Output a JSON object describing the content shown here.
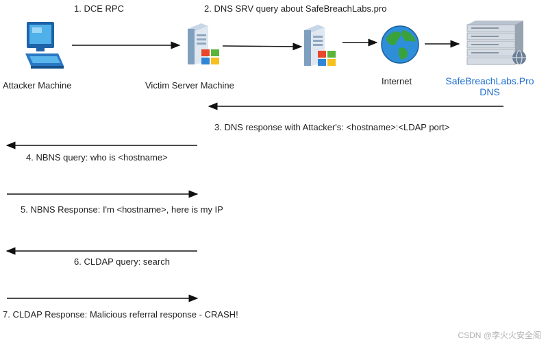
{
  "nodes": {
    "attacker": "Attacker Machine",
    "victim": "Victim Server Machine",
    "internet": "Internet",
    "dns_name": "SafeBreachLabs.Pro",
    "dns_sub": "DNS"
  },
  "steps": [
    "1. DCE RPC",
    "2. DNS SRV query about SafeBreachLabs.pro",
    "3. DNS response with Attacker's: <hostname>:<LDAP port>",
    "4. NBNS query: who is <hostname>",
    "5. NBNS Response: I'm <hostname>, here is my IP",
    "6. CLDAP query: search",
    "7. CLDAP Response: Malicious referral response - CRASH!"
  ],
  "watermark": "CSDN @李火火安全阁",
  "icons": [
    "computer-icon",
    "windows-server-icon",
    "windows-server-icon",
    "globe-icon",
    "dns-server-icon"
  ],
  "colors": {
    "arrow": "#111111",
    "dns_label": "#1f6fd1",
    "globe_sea": "#2f8ed8",
    "globe_land": "#3aa23a"
  }
}
